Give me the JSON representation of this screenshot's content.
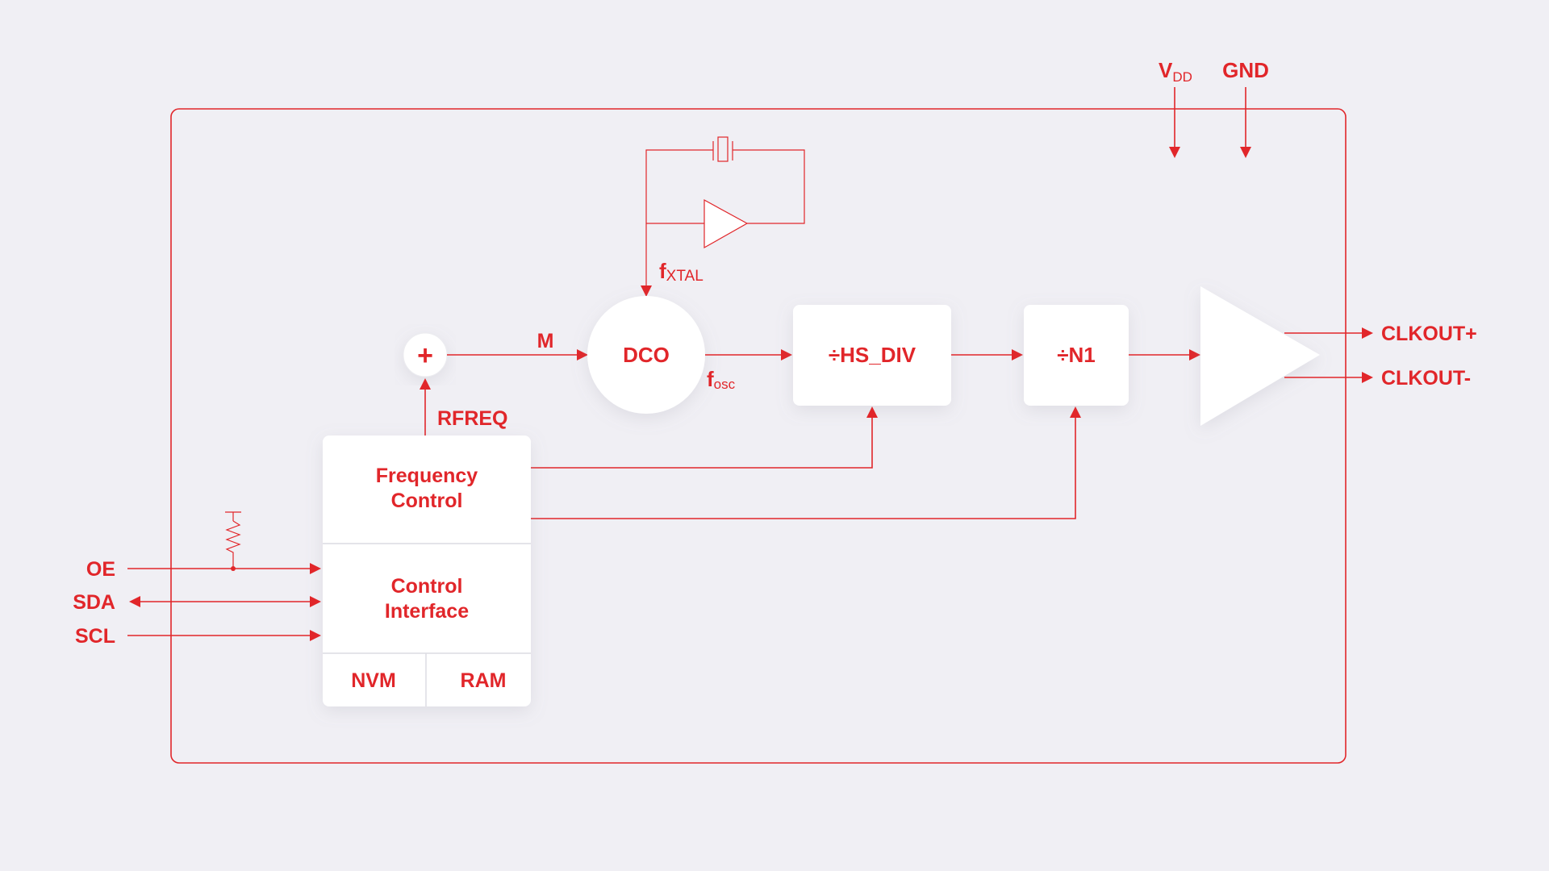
{
  "pins": {
    "vdd_main": "V",
    "vdd_sub": "DD",
    "gnd": "GND",
    "oe": "OE",
    "sda": "SDA",
    "scl": "SCL",
    "clkout_pos": "CLKOUT+",
    "clkout_neg": "CLKOUT-"
  },
  "blocks": {
    "adder": "+",
    "dco": "DCO",
    "hs_div": "÷HS_DIV",
    "n1": "÷N1",
    "freq_control_line1": "Frequency",
    "freq_control_line2": "Control",
    "control_interface_line1": "Control",
    "control_interface_line2": "Interface",
    "nvm": "NVM",
    "ram": "RAM"
  },
  "signals": {
    "m": "M",
    "rfreq": "RFREQ",
    "fxtal_main": "f",
    "fxtal_sub": "XTAL",
    "fosc_main": "f",
    "fosc_sub": "osc"
  },
  "colors": {
    "accent": "#e1262a",
    "background": "#f0eff4",
    "block": "#ffffff"
  }
}
